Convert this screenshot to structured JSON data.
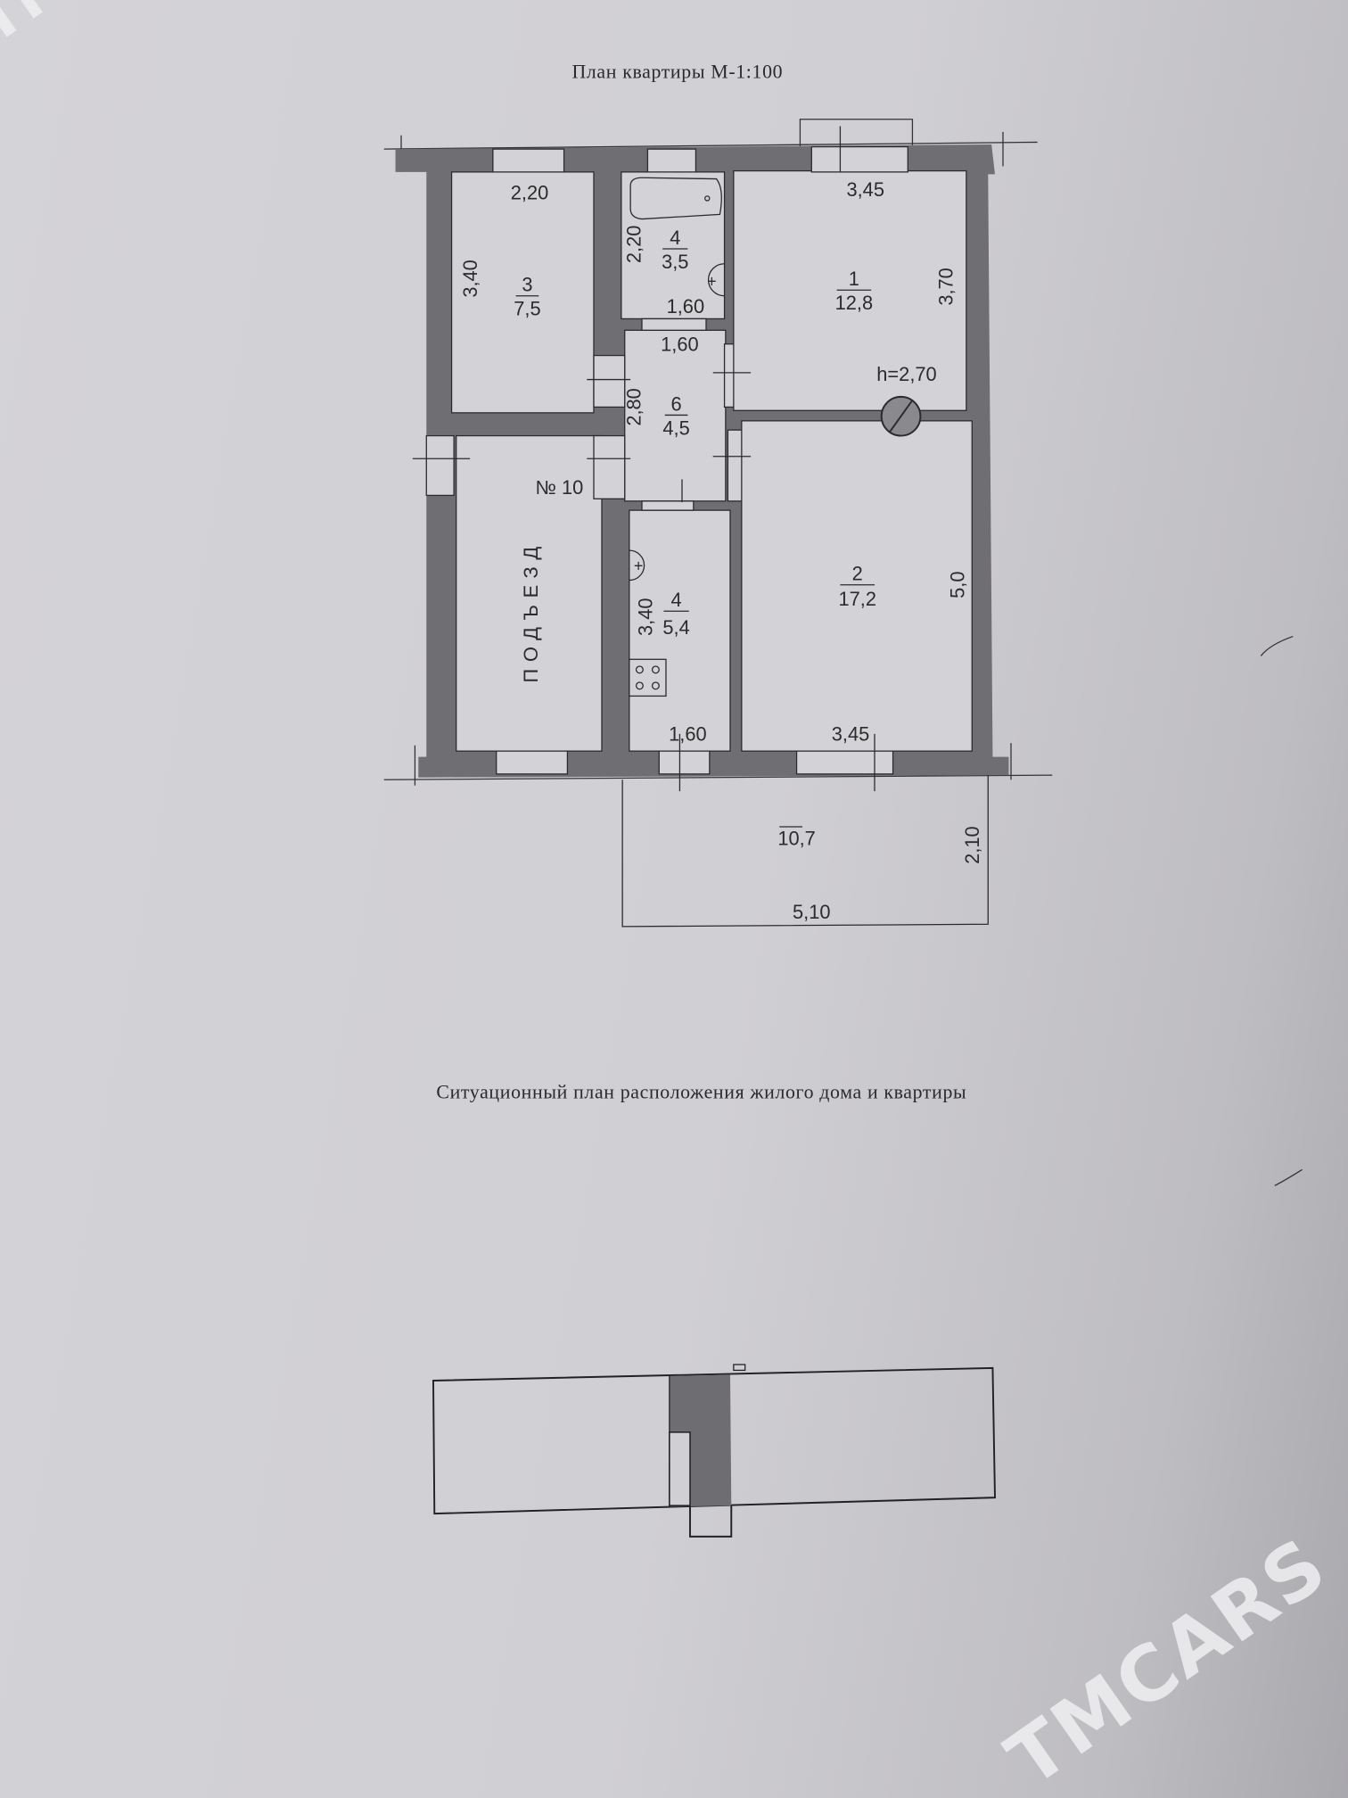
{
  "document": {
    "plan_title": "План квартиры М-1:100",
    "situation_title": "Ситуационный план расположения жилого дома и квартиры"
  },
  "plan": {
    "apartment_number": "№ 10",
    "entrance_label": "ПОДЪЕЗД",
    "ceiling_height": "h=2,70",
    "rooms": [
      {
        "number": "3",
        "area": "7,5",
        "width": "2,20",
        "length": "3,40"
      },
      {
        "number": "4",
        "area": "3,5",
        "width": "1,60",
        "length": "2,20"
      },
      {
        "number": "1",
        "area": "12,8",
        "width": "3,45",
        "length": "3,70"
      },
      {
        "number": "6",
        "area": "4,5",
        "width": "1,60",
        "length": "2,80"
      },
      {
        "number": "4",
        "area": "5,4",
        "width": "1,60",
        "length": "3,40"
      },
      {
        "number": "2",
        "area": "17,2",
        "width": "3,45",
        "length": "5,0"
      }
    ],
    "balcony": {
      "area": "10,7",
      "width": "5,10",
      "depth": "2,10"
    }
  },
  "colors": {
    "wall": "#6f6e72",
    "paper": "#d2d1d5",
    "ink": "#2b2b2b"
  },
  "watermark": {
    "text": "TMCARS",
    "corner_text": "TM"
  }
}
